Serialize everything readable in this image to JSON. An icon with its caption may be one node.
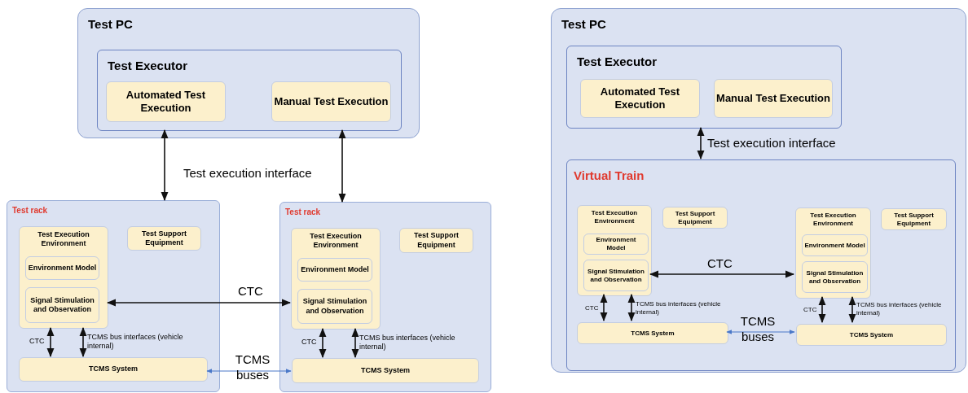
{
  "diagram": {
    "nodes": [
      {
        "text": [
          "Test PC"
        ]
      },
      {
        "text": [
          "Test Executor"
        ],
        "in": 0
      },
      {
        "text": [
          "Automated Test Execution"
        ],
        "in": 1
      },
      {
        "text": [
          "Manual Test Execution"
        ],
        "in": 1
      },
      {
        "text": [
          "Test rack"
        ]
      },
      {
        "text": [
          "Test Execution Environment"
        ],
        "in": 4
      },
      {
        "text": [
          "Environment Model"
        ],
        "in": 5
      },
      {
        "text": [
          "Signal Stimulation and Observation"
        ],
        "in": 5
      },
      {
        "text": [
          "Test Support Equipment"
        ],
        "in": 4
      },
      {
        "text": [
          "TCMS System"
        ],
        "in": 4
      },
      {
        "text": [
          "Test rack"
        ]
      },
      {
        "text": [
          "Test Execution Environment"
        ],
        "in": 10
      },
      {
        "text": [
          "Environment Model"
        ],
        "in": 11
      },
      {
        "text": [
          "Signal Stimulation and Observation"
        ],
        "in": 11
      },
      {
        "text": [
          "Test Support Equipment"
        ],
        "in": 10
      },
      {
        "text": [
          "TCMS System"
        ],
        "in": 10
      },
      {
        "text": [
          "Test PC"
        ]
      },
      {
        "text": [
          "Test Executor"
        ],
        "in": 16
      },
      {
        "text": [
          "Automated Test Execution"
        ],
        "in": 17
      },
      {
        "text": [
          "Manual Test Execution"
        ],
        "in": 17
      },
      {
        "text": [
          "Virtual Train"
        ],
        "in": 16
      },
      {
        "text": [
          "Test Execution Environment"
        ],
        "in": 20
      },
      {
        "text": [
          "Environment Model"
        ],
        "in": 21
      },
      {
        "text": [
          "Signal Stimulation and Observation"
        ],
        "in": 21
      },
      {
        "text": [
          "Test Support Equipment"
        ],
        "in": 20
      },
      {
        "text": [
          "TCMS System"
        ],
        "in": 20
      },
      {
        "text": [
          "Test Execution Environment"
        ],
        "in": 20
      },
      {
        "text": [
          "Environment Model"
        ],
        "in": 26
      },
      {
        "text": [
          "Signal Stimulation and Observation"
        ],
        "in": 26
      },
      {
        "text": [
          "Test Support Equipment"
        ],
        "in": 20
      },
      {
        "text": [
          "TCMS System"
        ],
        "in": 20
      }
    ],
    "edges": [
      {
        "from": 1,
        "to": 4,
        "arrow": "both"
      },
      {
        "from": 1,
        "to": 10,
        "arrow": "both"
      },
      {
        "from": 5,
        "to": 11,
        "arrow": "both",
        "label": "CTC"
      },
      {
        "from": 9,
        "to": 15,
        "arrow": "both",
        "label": "TCMS buses",
        "color": "#4a78c8"
      },
      {
        "from": 5,
        "to": 9,
        "arrow": "both",
        "label": "CTC"
      },
      {
        "from": 5,
        "to": 9,
        "arrow": "both",
        "label": "TCMS bus interfaces (vehicle internal)"
      },
      {
        "from": 11,
        "to": 15,
        "arrow": "both",
        "label": "CTC"
      },
      {
        "from": 11,
        "to": 15,
        "arrow": "both",
        "label": "TCMS bus interfaces (vehicle internal)"
      },
      {
        "from": 17,
        "to": 20,
        "arrow": "both",
        "label": "Test execution interface"
      },
      {
        "from": 21,
        "to": 26,
        "arrow": "both",
        "label": "CTC"
      },
      {
        "from": 25,
        "to": 30,
        "arrow": "both",
        "label": "TCMS buses",
        "color": "#4a78c8"
      },
      {
        "from": 21,
        "to": 25,
        "arrow": "both",
        "label": "CTC"
      },
      {
        "from": 21,
        "to": 25,
        "arrow": "both",
        "label": "TCMS bus interfaces (vehicle internal)"
      },
      {
        "from": 26,
        "to": 30,
        "arrow": "both",
        "label": "CTC"
      },
      {
        "from": 26,
        "to": 30,
        "arrow": "both",
        "label": "TCMS bus interfaces (vehicle internal)"
      }
    ],
    "labels": [
      "Test execution interface"
    ]
  }
}
